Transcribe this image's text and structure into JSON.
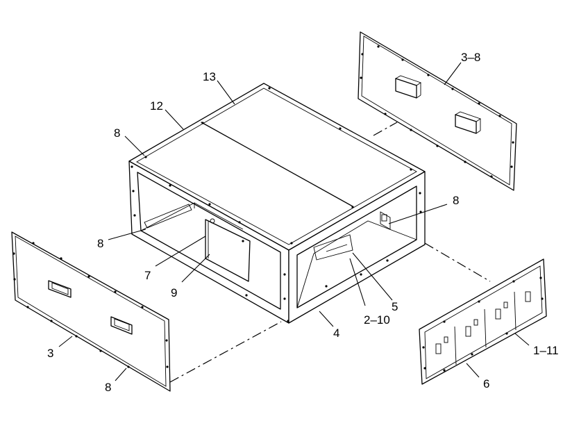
{
  "callouts": {
    "c13": "13",
    "c12": "12",
    "c8_top": "8",
    "c3_8": "3–8",
    "c8_right": "8",
    "c8_left": "8",
    "c7": "7",
    "c9": "9",
    "c4": "4",
    "c2_10": "2–10",
    "c5": "5",
    "c3": "3",
    "c8_bottom": "8",
    "c1_11": "1–11",
    "c6": "6"
  }
}
